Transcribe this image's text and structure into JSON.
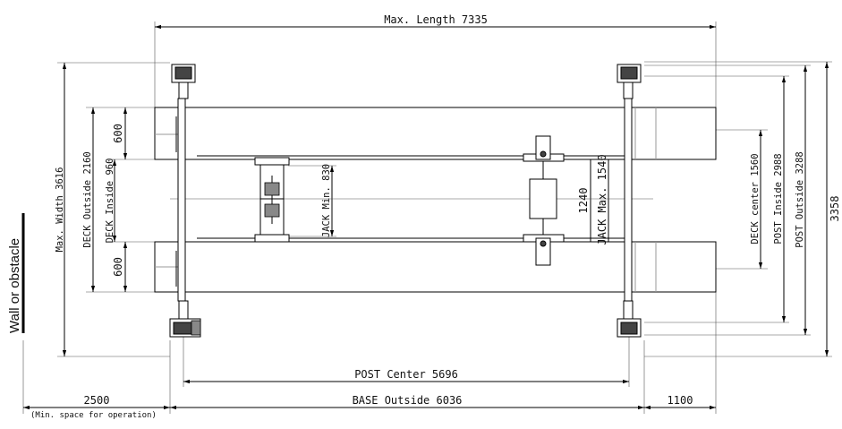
{
  "labels": {
    "max_length": "Max. Length 7335",
    "max_width": "Max. Width 3616",
    "deck_outside": "DECK Outside 2160",
    "deck_inside": "DECK Inside 960",
    "deck_top": "600",
    "deck_bottom": "600",
    "jack_min": "JACK Min. 830",
    "jack_max": "JACK Max. 1540",
    "jack_width": "1240",
    "deck_center": "DECK center 1560",
    "post_inside": "POST Inside 2988",
    "post_outside": "POST Outside 3288",
    "overall": "3358",
    "post_center": "POST Center 5696",
    "base_outside": "BASE Outside 6036",
    "front_space": "2500",
    "rear_space": "1100",
    "min_space": "(Min. space for operation)",
    "wall": "Wall or obstacle"
  }
}
